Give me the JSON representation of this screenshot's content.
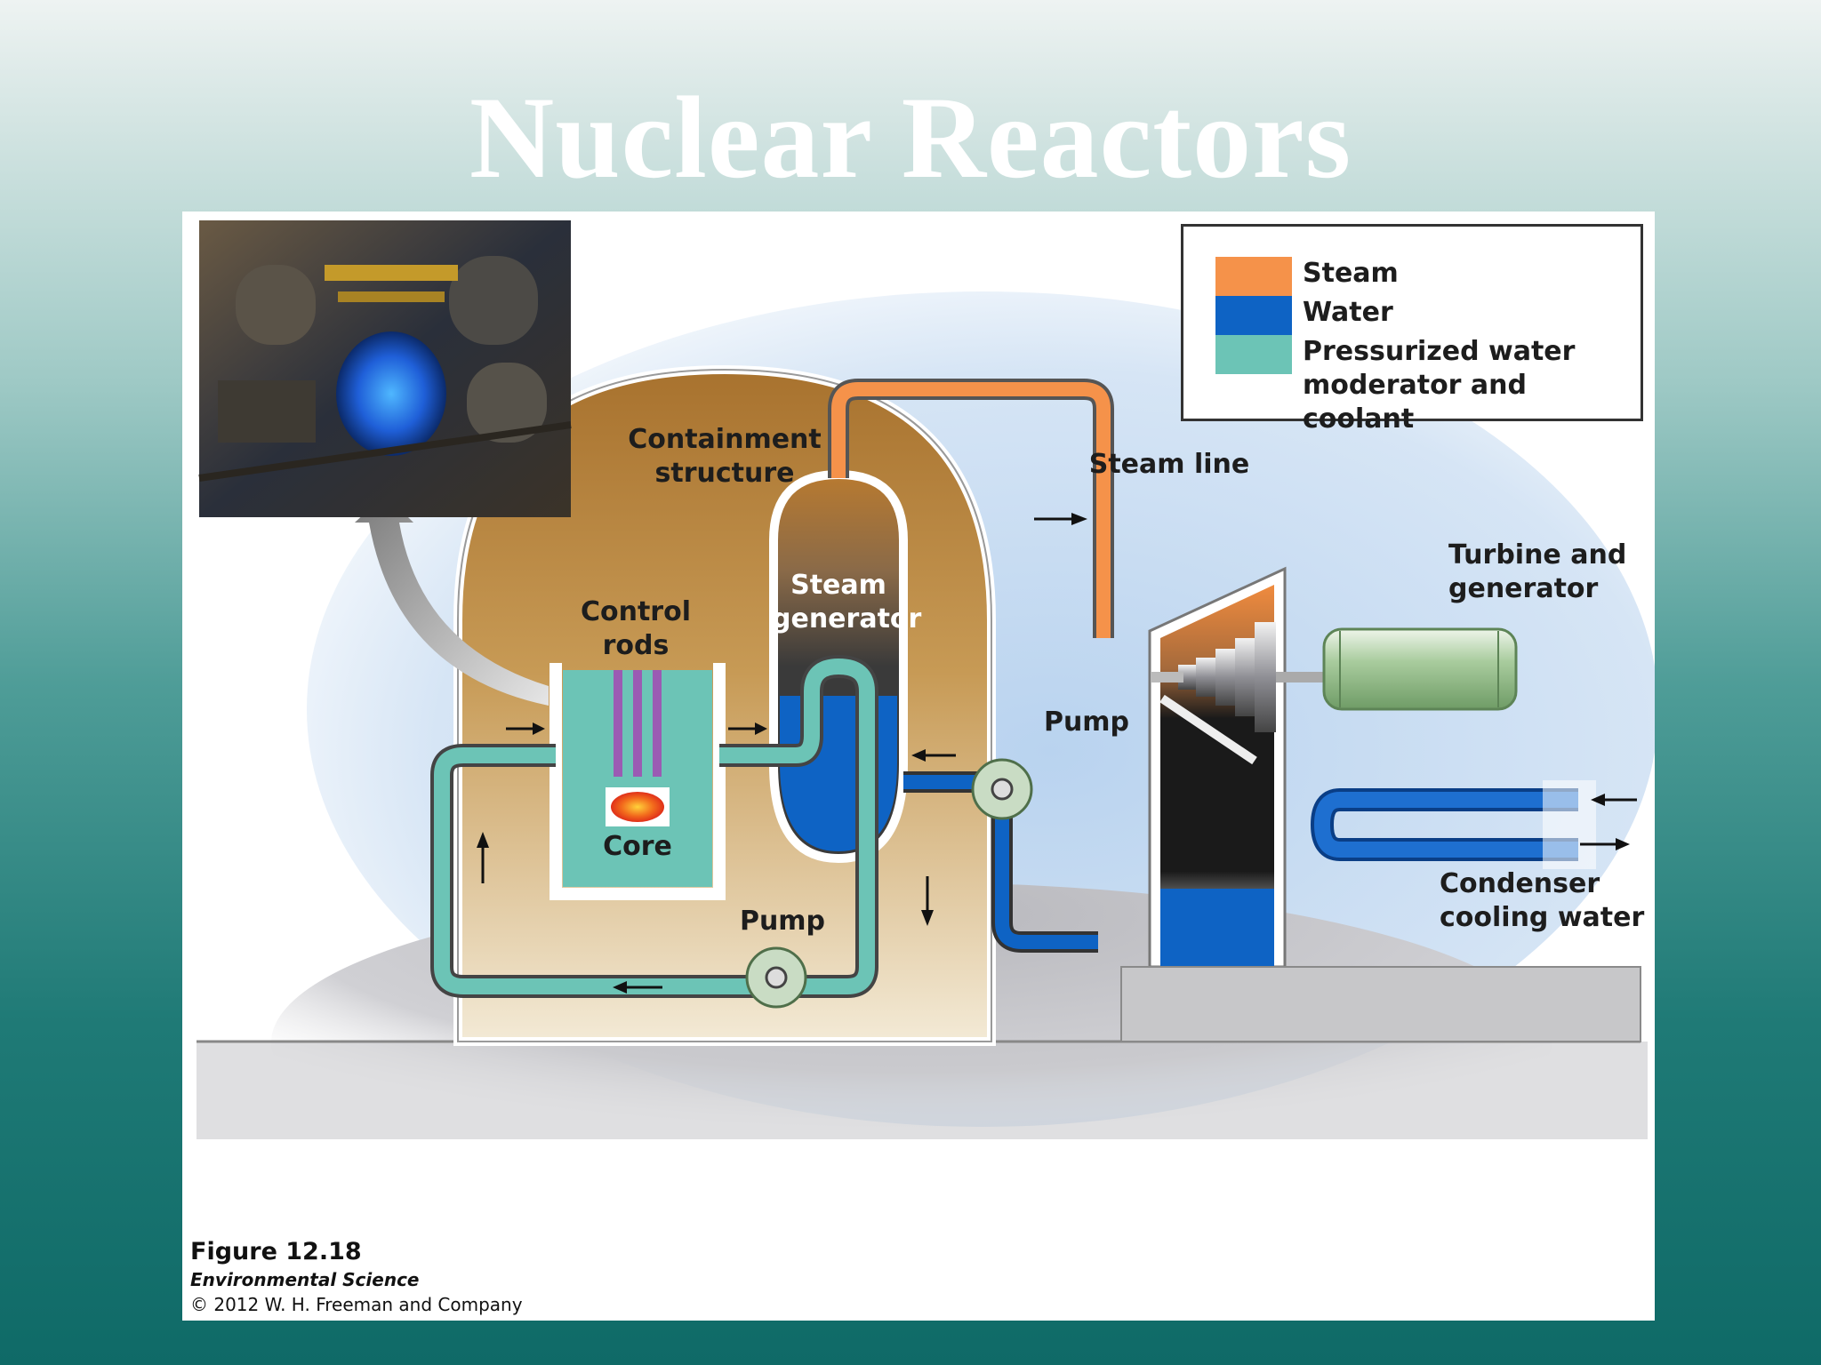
{
  "slide": {
    "title": "Nuclear Reactors"
  },
  "legend": {
    "items": [
      {
        "label": "Steam",
        "color": "#f5924a"
      },
      {
        "label": "Water",
        "color": "#0e63c4"
      },
      {
        "label": "Pressurized water\nmoderator and coolant",
        "color": "#6cc4b6"
      }
    ]
  },
  "labels": {
    "containment": "Containment\nstructure",
    "steam_line": "Steam line",
    "control_rods": "Control\nrods",
    "steam_generator": "Steam\ngenerator",
    "turbine_generator": "Turbine and\ngenerator",
    "pump_secondary": "Pump",
    "pump_primary": "Pump",
    "core": "Core",
    "condenser": "Condenser\ncooling water"
  },
  "caption": {
    "figure": "Figure 12.18",
    "book": "Environmental Science",
    "copyright": "© 2012 W. H. Freeman and Company"
  },
  "colors": {
    "steam": "#f5924a",
    "water": "#0e63c4",
    "coolant": "#6cc4b6",
    "containment": "#b8823d",
    "ground": "#c9c9cc"
  },
  "photo": {
    "icon": "reactor-hall-photo"
  }
}
